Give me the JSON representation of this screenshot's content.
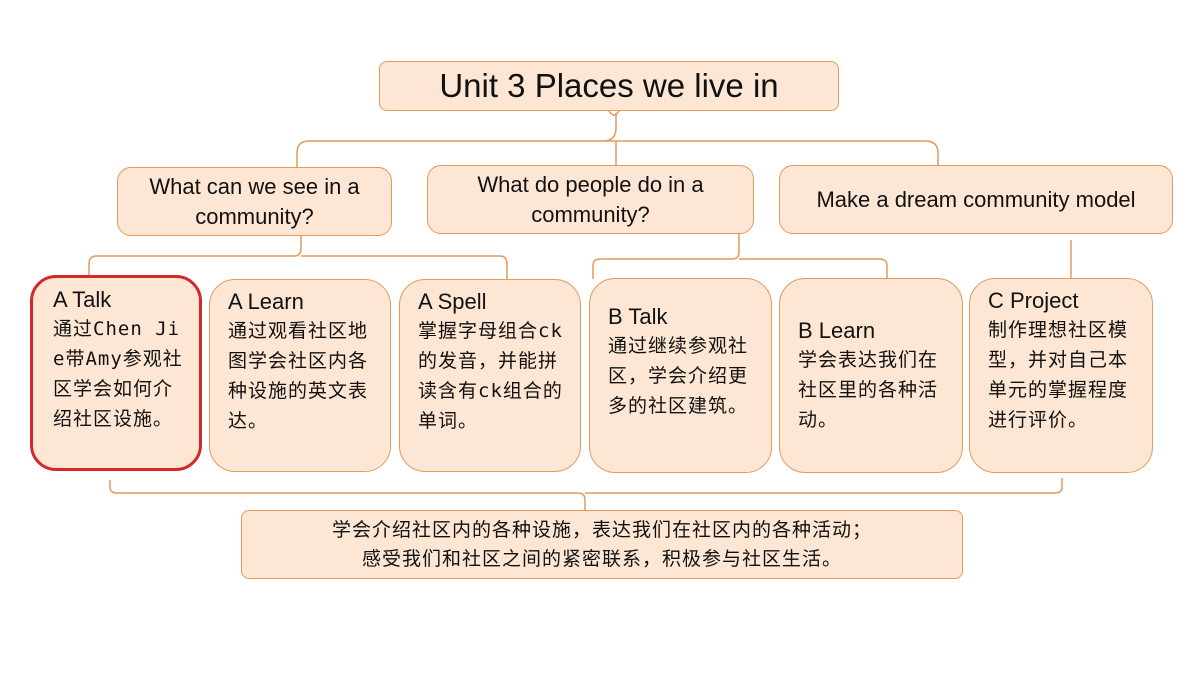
{
  "title": "Unit 3 Places we live in",
  "questions": [
    "What can we see in a community?",
    "What do people do in a community?",
    "Make a dream community model"
  ],
  "lessons": [
    {
      "name": "A Talk",
      "desc": "通过Chen Jie带Amy参观社区学会如何介绍社区设施。",
      "highlighted": true
    },
    {
      "name": "A Learn",
      "desc": "通过观看社区地图学会社区内各种设施的英文表达。",
      "highlighted": false
    },
    {
      "name": "A Spell",
      "desc": "掌握字母组合ck的发音，并能拼读含有ck组合的单词。",
      "highlighted": false
    },
    {
      "name": "B Talk",
      "desc": "通过继续参观社区，学会介绍更多的社区建筑。",
      "highlighted": false
    },
    {
      "name": "B Learn",
      "desc": "学会表达我们在社区里的各种活动。",
      "highlighted": false
    },
    {
      "name": "C Project",
      "desc": "制作理想社区模型，并对自己本单元的掌握程度进行评价。",
      "highlighted": false
    }
  ],
  "summary": {
    "line1": "学会介绍社区内的各种设施，表达我们在社区内的各种活动；",
    "line2": "感受我们和社区之间的紧密联系，积极参与社区生活。"
  },
  "colors": {
    "box_fill": "#fde7d4",
    "box_border": "#e39a5e",
    "connector": "#e39a5e",
    "highlight": "#d7262a"
  }
}
